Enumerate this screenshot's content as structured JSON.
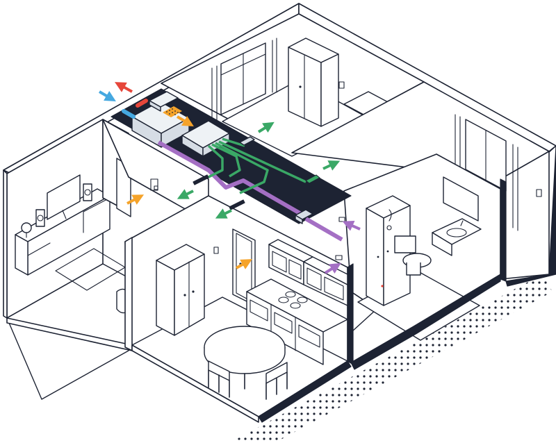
{
  "colors": {
    "outline": "#1d2333",
    "duct_black": "#1d2333",
    "extract_purple": "#a46fc4",
    "supply_green": "#3aa866",
    "heat_orange": "#f5a32a",
    "fresh_blue": "#45a8e0",
    "exhaust_red": "#e6463a",
    "unit_gray": "#d6dde5"
  },
  "arrows": [
    {
      "kind": "fresh-air-intake",
      "color": "fresh_blue",
      "icon": "arrow-icon"
    },
    {
      "kind": "exhaust-air-out",
      "color": "exhaust_red",
      "icon": "arrow-icon"
    },
    {
      "kind": "heat-exchange",
      "color": "heat_orange",
      "icon": "arrow-icon"
    },
    {
      "kind": "supply-air",
      "color": "supply_green",
      "icon": "arrow-icon"
    },
    {
      "kind": "extract-air",
      "color": "extract_purple",
      "icon": "arrow-icon"
    },
    {
      "kind": "transfer-air",
      "color": "heat_orange",
      "icon": "arrow-icon"
    }
  ]
}
